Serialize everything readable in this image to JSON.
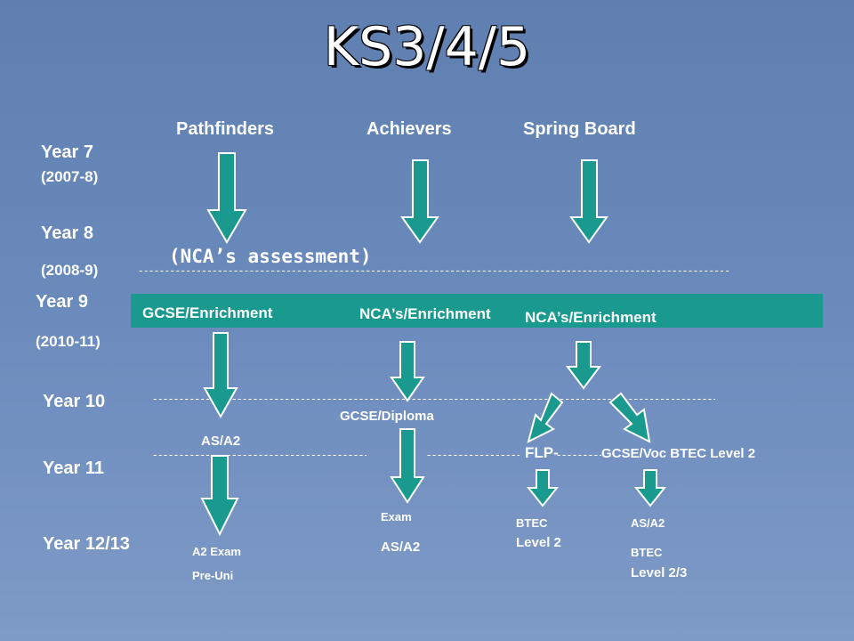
{
  "title": "KS3/4/5",
  "pathways": {
    "pathfinders": "Pathfinders",
    "achievers": "Achievers",
    "spring_board": "Spring Board"
  },
  "years": {
    "year7": "Year 7",
    "year7_dates": "(2007-8)",
    "year8": "Year 8",
    "year8_dates": "(2008-9)",
    "year9": "Year 9",
    "year9_dates": "(2010-11)",
    "year10": "Year 10",
    "year11": "Year 11",
    "year12_13": "Year 12/13"
  },
  "assessment": "(NCA’s assessment)",
  "band": {
    "gcse_enrichment": "GCSE/Enrichment",
    "ncas_enrichment_1": "NCA’s/Enrichment",
    "ncas_enrichment_2": "NCA’s/Enrichment"
  },
  "labels": {
    "gcse_diploma": "GCSE/Diploma",
    "as_a2": "AS/A2",
    "flp": "FLP-",
    "gcse_voc": "GCSE/Voc BTEC Level 2",
    "exam": "Exam",
    "exam_as_a2": "AS/A2",
    "a2_exam": "A2 Exam",
    "pre_uni": "Pre-Uni",
    "btec_level2_a": "BTEC",
    "btec_level2_b": "Level 2",
    "as_a2_right": "AS/A2",
    "btec_level23_a": "BTEC",
    "btec_level23_b": "Level 2/3"
  },
  "colors": {
    "background": "#6c8bbd",
    "band": "#1a9a8e",
    "arrow_fill": "#1a9a8e",
    "arrow_stroke": "#ffffff",
    "text": "#ffffff"
  }
}
